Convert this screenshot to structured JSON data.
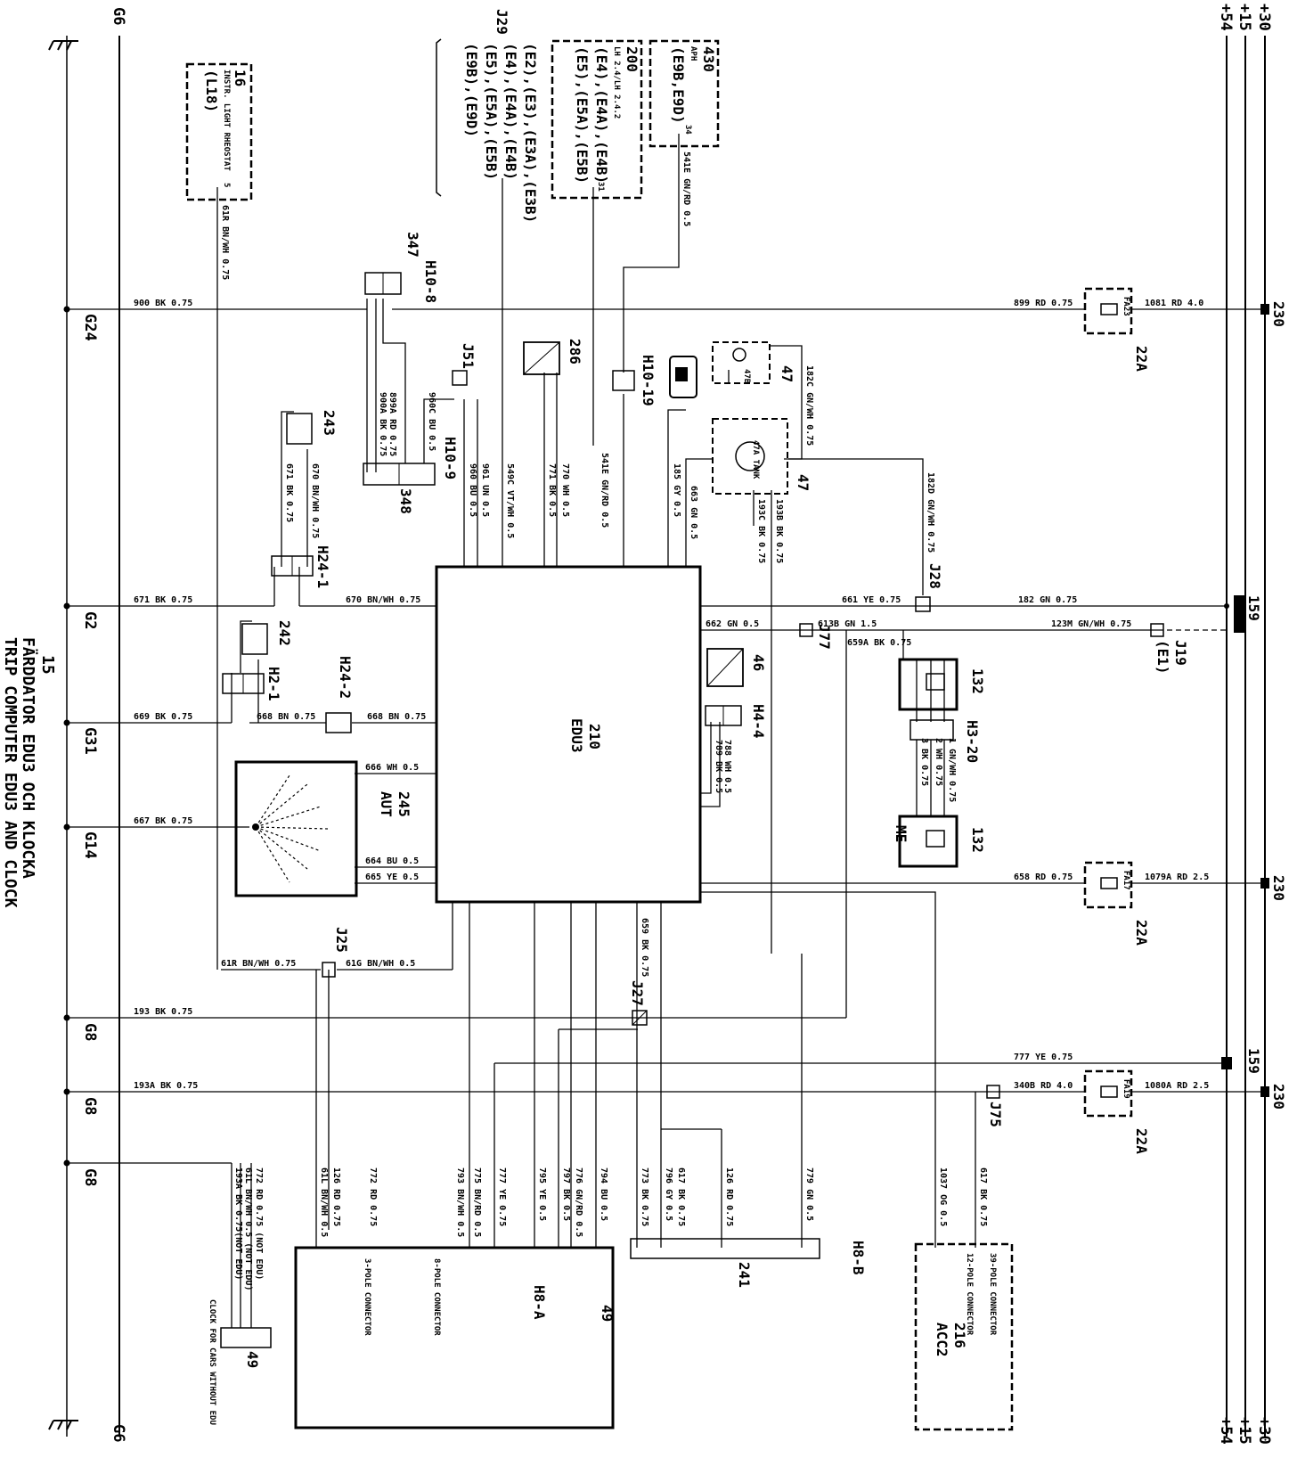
{
  "title": {
    "number": "15",
    "swedish": "FÄRDDATOR EDU3 OCH KLOCKA",
    "english": "TRIP COMPUTER EDU3 AND CLOCK"
  },
  "rails": {
    "top": [
      "+30",
      "+15",
      "+54"
    ],
    "bottom": [
      "+30",
      "+15",
      "+54"
    ],
    "ground_top": "G6",
    "ground_bottom": "G6"
  },
  "grounds": [
    "G24",
    "G2",
    "G31",
    "G14",
    "G8",
    "G8",
    "G8"
  ],
  "fuses": [
    {
      "id": "22A",
      "fuse": "FA23",
      "in_wire": "1081 RD 4.0",
      "out_wire": "899 RD 0.75",
      "node": "230"
    },
    {
      "id": "22A",
      "fuse": "FA17",
      "in_wire": "1079A RD 2.5",
      "out_wire": "658 RD 0.75",
      "node": "230"
    },
    {
      "id": "22A",
      "fuse": "FA19",
      "in_wire": "1080A RD 2.5",
      "out_wire": "340B RD 4.0",
      "node": "230"
    }
  ],
  "nodes": {
    "n159_1": "159",
    "n159_2": "159"
  },
  "components": {
    "c16": {
      "num": "16",
      "desc": "INSTR. LIGHT RHEOSTAT",
      "ref": "(L18)",
      "pin": "5"
    },
    "c430": {
      "num": "430",
      "desc": "APH",
      "refs": "(E9B,E9D)",
      "pin": "34"
    },
    "c200": {
      "num": "200",
      "desc": "LH 2.4/LH 2.4.2",
      "refs1": "(E4),(E4A),(E4B)",
      "refs2": "(E5),(E5A),(E5B)",
      "pin": "31"
    },
    "j29": {
      "label": "J29",
      "refs": [
        "(E2),(E3),(E3A),(E3B)",
        "(E4),(E4A),(E4B)",
        "(E5),(E5A),(E5B)",
        "(E9B),(E9D)"
      ]
    },
    "c210": {
      "num": "210",
      "name": "EDU3"
    },
    "c245": {
      "num": "245",
      "name": "AUT"
    },
    "c46": {
      "num": "46"
    },
    "c47a": {
      "num": "47",
      "lamp": "47B"
    },
    "c47b": {
      "num": "47",
      "tank": "47A TANK"
    },
    "c286": {
      "num": "286"
    },
    "c243": {
      "num": "243"
    },
    "c242": {
      "num": "242"
    },
    "c347": {
      "num": "347"
    },
    "c348": {
      "num": "348"
    },
    "c132a": {
      "num": "132"
    },
    "c132b": {
      "num": "132",
      "name": "ME"
    },
    "c49a": {
      "num": "49",
      "conn": "H8-A",
      "c3": "3-POLE CONNECTOR",
      "c8": "8-POLE CONNECTOR"
    },
    "c49b": {
      "num": "49",
      "note": "CLOCK FOR CARS WITHOUT EDU"
    },
    "c241": {
      "num": "241"
    },
    "c216": {
      "num": "216",
      "name": "ACC2",
      "c39": "39-POLE CONNECTOR",
      "c12": "12-POLE CONNECTOR"
    }
  },
  "connectors": {
    "h10_8": "H10-8",
    "h10_9": "H10-9",
    "h10_19": "H10-19",
    "h24_1": "H24-1",
    "h24_2": "H24-2",
    "h2_1": "H2-1",
    "h4_4": "H4-4",
    "h3_20": "H3-20",
    "h8_b": "H8-B"
  },
  "junctions": {
    "j51": "J51",
    "j28": "J28",
    "j77": "J77",
    "j19": "J19",
    "j19_ref": "(E1)",
    "j25": "J25",
    "j27": "J27",
    "j75": "J75"
  },
  "wires": {
    "w900": "900 BK 0.75",
    "w899": "899 RD 0.75",
    "w1081": "1081 RD 4.0",
    "w671": "671 BK 0.75",
    "w670": "670 BN/WH 0.75",
    "w661": "661 YE 0.75",
    "w182": "182 GN 0.75",
    "w662": "662 GN 0.5",
    "w613b": "613B GN 1.5",
    "w123m": "123M GN/WH 0.75",
    "w659a": "659A BK 0.75",
    "w669": "669 BK 0.75",
    "w668a": "668 BN 0.75",
    "w668b": "668 BN 0.75",
    "w666": "666 WH 0.5",
    "w667": "667 BK 0.75",
    "w664": "664 BU 0.5",
    "w665": "665 YE 0.5",
    "w658": "658 RD 0.75",
    "w1079a": "1079A RD 2.5",
    "w61r": "61R BN/WH 0.75",
    "w61g": "61G BN/WH 0.5",
    "w193": "193 BK 0.75",
    "w777": "777 YE 0.75",
    "w193a": "193A BK 0.75",
    "w340b": "340B RD 4.0",
    "w1080a": "1080A RD 2.5",
    "w61r_v": "61R BN/WH 0.75",
    "w541e_v": "541E GN/RD 0.5",
    "w541e_v2": "541E GN/RD 0.5",
    "w182c": "182C GN/WH 0.75",
    "w182d": "182D GN/WH 0.75",
    "w960c": "960C BU 0.5",
    "w899a": "899A RD 0.75",
    "w900a": "900A BK 0.75",
    "w961": "961 UN 0.5",
    "w960": "960 BU 0.5",
    "w549c": "549C VT/WH 0.5",
    "w771": "771 BK 0.5",
    "w770": "770 WH 0.5",
    "w185": "185 GY 0.5",
    "w663": "663 GN 0.5",
    "w193c": "193C BK 0.75",
    "w193b": "193B BK 0.75",
    "w670v": "670 BN/WH 0.75",
    "w671v": "671 BK 0.75",
    "w788": "788 WH 0.5",
    "w789": "789 BK 0.5",
    "w659": "659 BK 0.75",
    "w772": "772 RD 0.75 (NOT EDU)",
    "w61l": "61L BN/WH 0.5 (NOT EDU)",
    "w193a_v": "193A BK 0.75(NOT EDU)",
    "w61l2": "61L BN/WH 0.5",
    "w126a": "126 RD 0.75",
    "w772b": "772 RD 0.75",
    "w793": "793 BN/WH 0.5",
    "w775": "775 BN/RD 0.5",
    "w777v": "777 YE 0.75",
    "w795": "795 YE 0.5",
    "w797": "797 BK 0.5",
    "w776": "776 GN/RD 0.5",
    "w794": "794 BU 0.5",
    "w773": "773 BK 0.75",
    "w796": "796 GY 0.5",
    "w617": "617 BK 0.75",
    "w126b": "126 RD 0.75",
    "w779": "779 GN 0.5",
    "w1037": "1037 OG 0.5",
    "w617b": "617 BK 0.75",
    "h3_1": "1 GN/WH 0.75",
    "h3_2": "2 WH 0.75",
    "h3_3": "3 BK 0.75"
  }
}
